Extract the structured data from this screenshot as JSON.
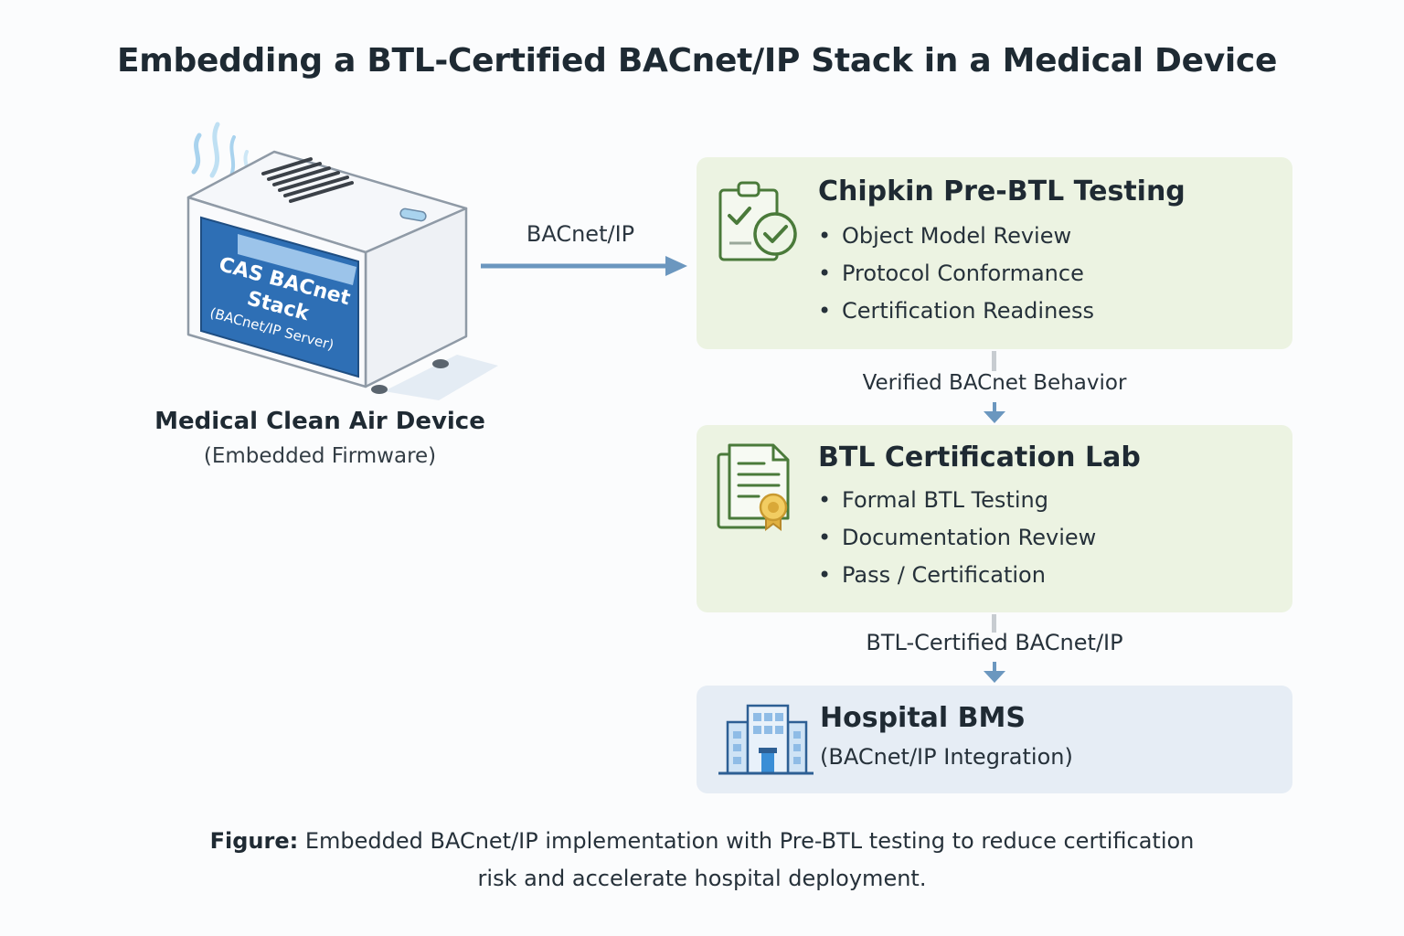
{
  "title": "Embedding a BTL-Certified BACnet/IP Stack in a Medical Device",
  "device": {
    "panel_title": "CAS BACnet",
    "panel_title2": "Stack",
    "panel_sub": "(BACnet/IP Server)",
    "label": "Medical Clean Air Device",
    "sublabel": "(Embedded Firmware)",
    "icon": "air-purifier-device"
  },
  "link_label": "BACnet/IP",
  "cards": [
    {
      "title": "Chipkin Pre-BTL Testing",
      "icon": "clipboard-check-icon",
      "bullets": [
        "Object Model Review",
        "Protocol Conformance",
        "Certification Readiness"
      ]
    },
    {
      "title": "BTL Certification Lab",
      "icon": "certificate-document-icon",
      "bullets": [
        "Formal BTL Testing",
        "Documentation Review",
        "Pass / Certification"
      ]
    },
    {
      "title": "Hospital BMS",
      "icon": "hospital-building-icon",
      "subtitle": "(BACnet/IP Integration)"
    }
  ],
  "connectors": [
    "Verified BACnet Behavior",
    "BTL-Certified BACnet/IP"
  ],
  "caption": {
    "label": "Figure:",
    "text": " Embedded BACnet/IP implementation with Pre-BTL testing to reduce certification",
    "text2": "risk and accelerate hospital deployment."
  },
  "colors": {
    "green_card": "#ecf3e2",
    "blue_card": "#e6edf5",
    "arrow": "#6b97bf",
    "panel_blue": "#2e6fb5",
    "icon_green": "#4a7a3a",
    "badge_gold": "#e0b040"
  }
}
